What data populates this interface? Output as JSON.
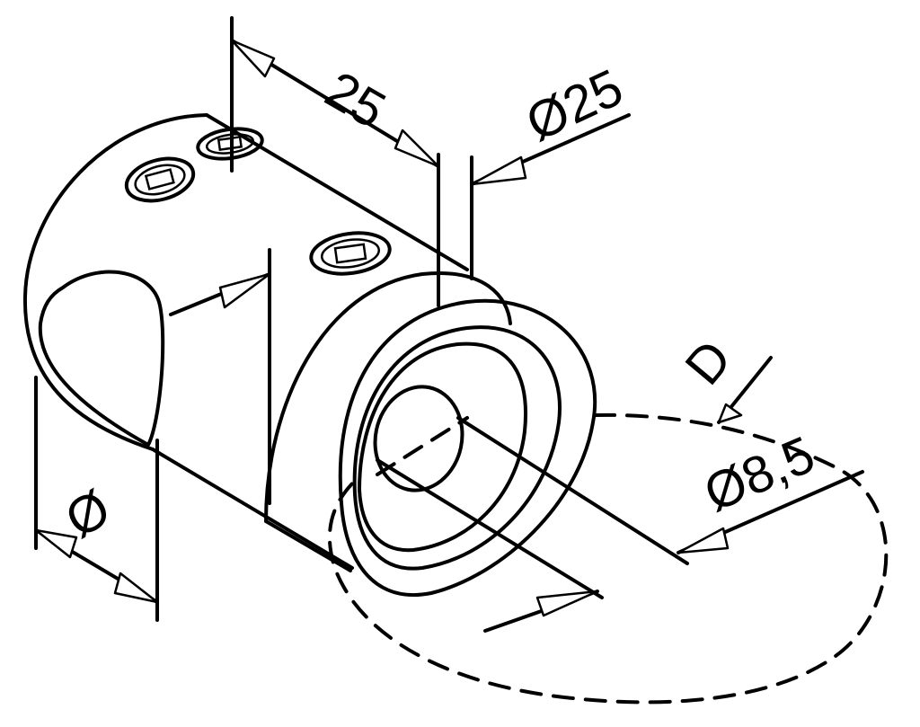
{
  "dimensions": {
    "length": "25",
    "tube_diameter": "Ø25",
    "bore": "D",
    "hole_diameter": "Ø8,5",
    "rod_diameter": "Ø"
  },
  "colors": {
    "line": "#000000",
    "background": "#ffffff"
  }
}
